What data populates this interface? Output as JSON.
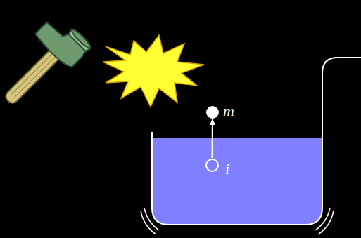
{
  "diagram": {
    "nodes": [
      {
        "text": [
          "m"
        ]
      },
      {
        "text": [
          "i"
        ]
      }
    ],
    "edges": [
      {
        "from": 1,
        "to": 0,
        "arrow": "to"
      }
    ]
  }
}
